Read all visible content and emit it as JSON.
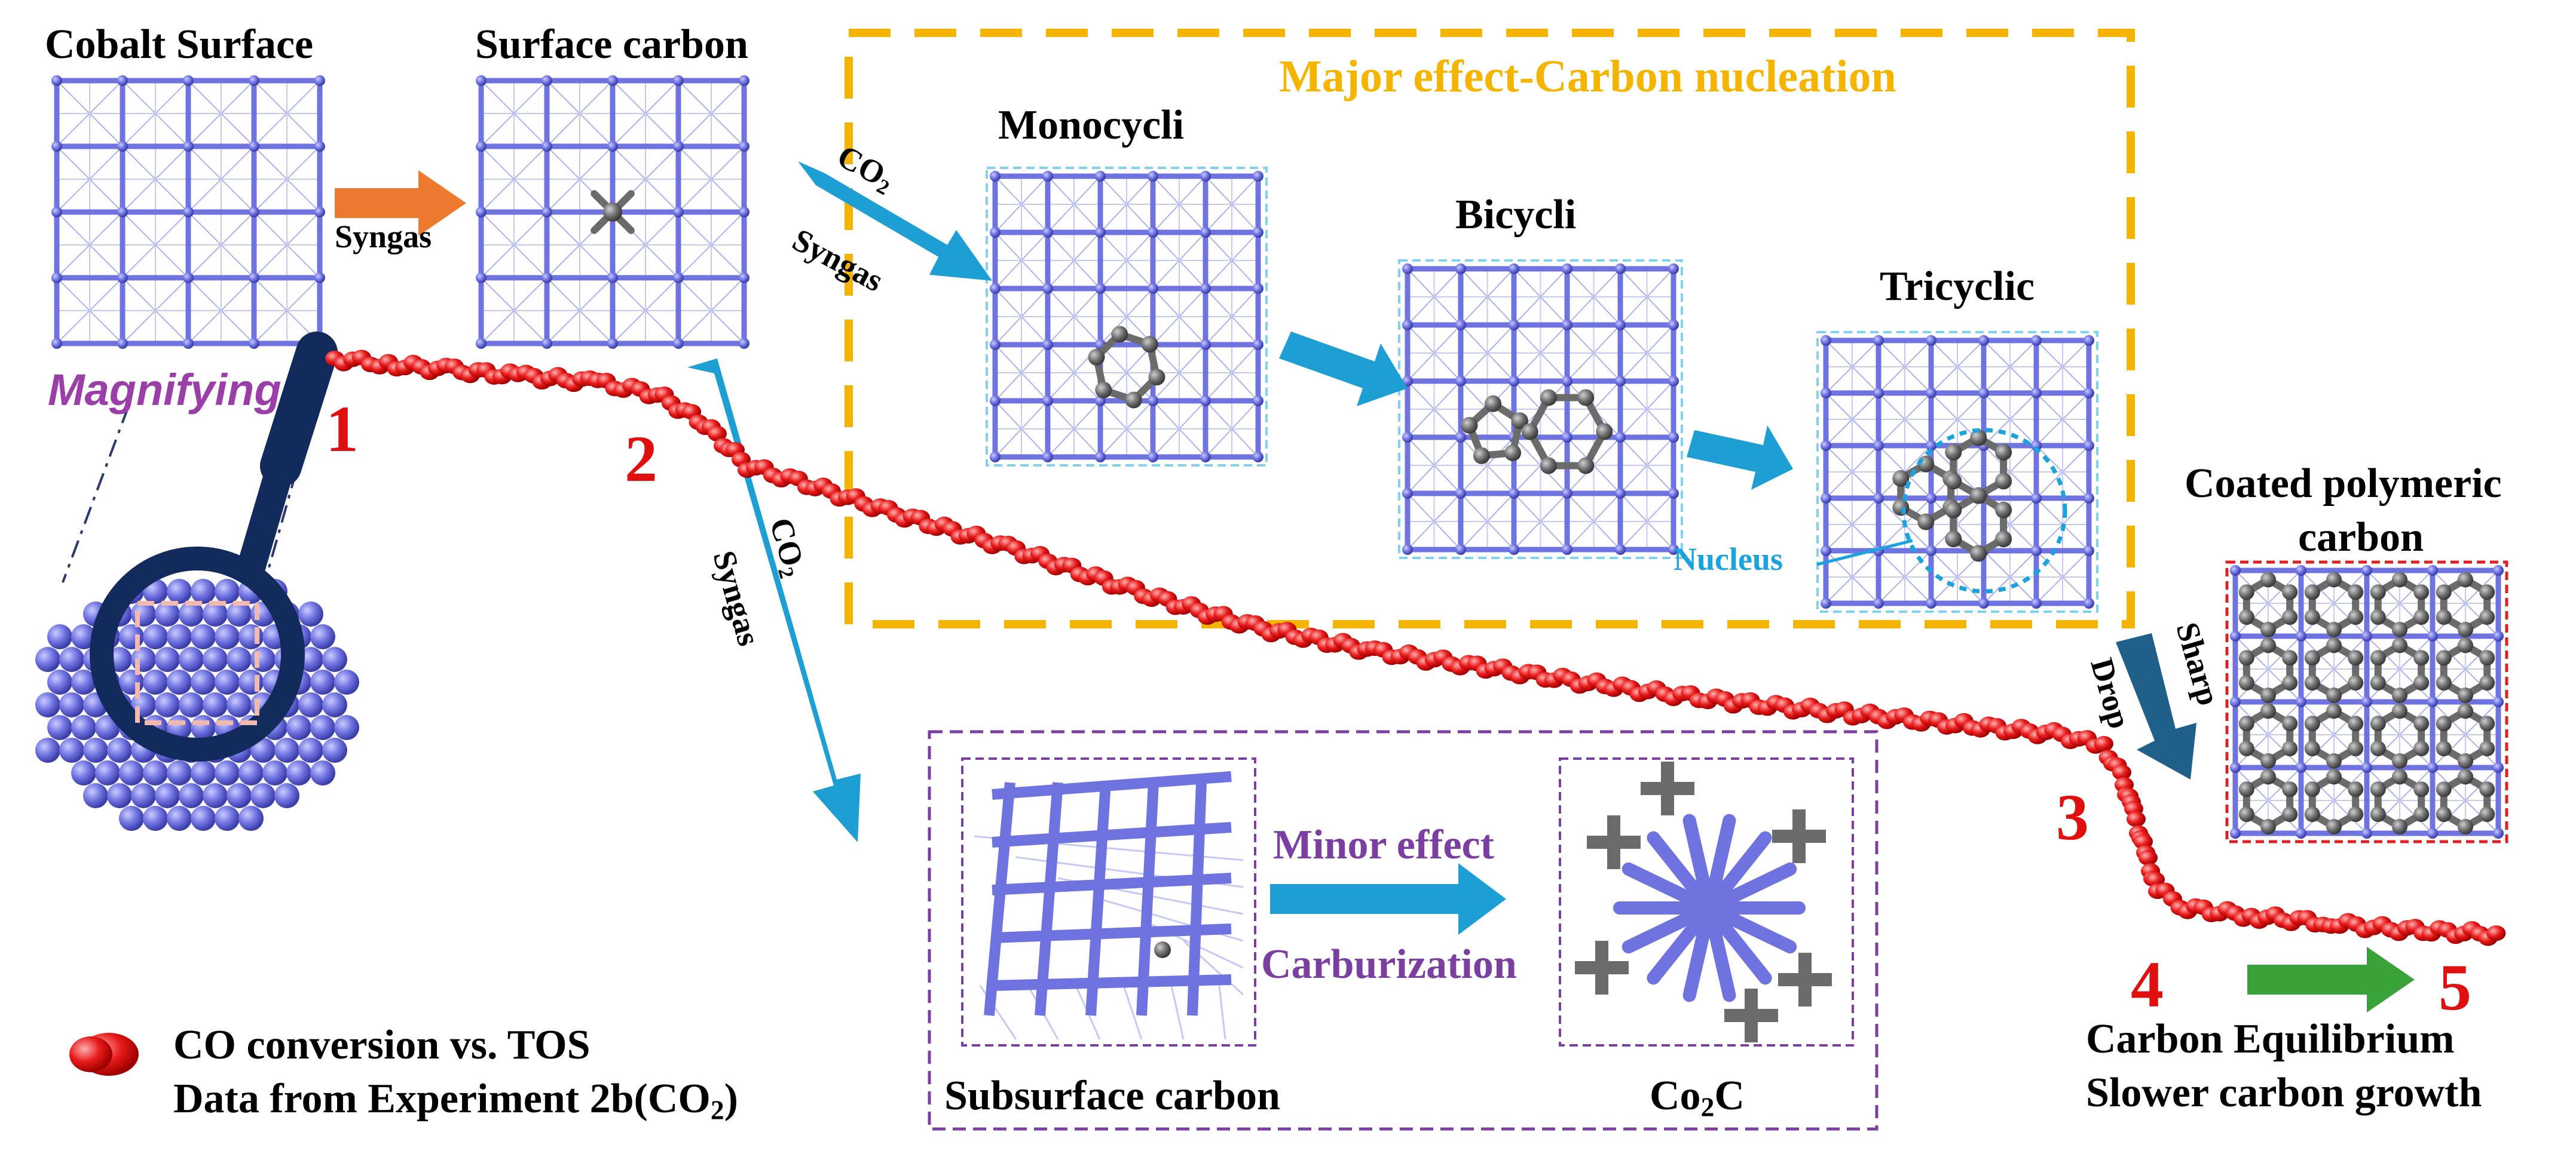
{
  "labels": {
    "cobalt_surface": "Cobalt Surface",
    "surface_carbon": "Surface carbon",
    "syngas": "Syngas",
    "co2": "CO",
    "co2_sub": "2",
    "major_effect": "Major effect-Carbon nucleation",
    "monocycli": "Monocycli",
    "bicycli": "Bicycli",
    "tricyclic": "Tricyclic",
    "nucleus": "Nucleus",
    "coated_line1": "Coated polymeric",
    "coated_line2": "carbon",
    "sharp": "Sharp",
    "drop": "Drop",
    "magnifying": "Magnifying",
    "minor_effect": "Minor effect",
    "carburization": "Carburization",
    "subsurface_carbon": "Subsurface carbon",
    "co2c_main": "Co",
    "co2c_sub": "2",
    "co2c_end": "C",
    "carbon_equilibrium": "Carbon Equilibrium",
    "slower_growth": "Slower carbon growth"
  },
  "points": [
    "1",
    "2",
    "3",
    "4",
    "5"
  ],
  "legend": {
    "line1": "CO conversion vs. TOS",
    "line2_main": "Data from Experiment 2b(CO",
    "line2_sub": "2",
    "line2_end": ")"
  },
  "colors": {
    "cobalt": "#6f73e0",
    "carbon": "#6b6b6b",
    "data_curve": "#e81b1b",
    "syngas_arrow": "#ee7a30",
    "co2_arrow": "#1d9fd4",
    "sharp_drop_arrow": "#1f5f8a",
    "equilibrium_arrow": "#3aa33a",
    "major_box": "#f5b400",
    "minor_box": "#7a3fa0",
    "coated_box": "#e02020",
    "nucleus_text": "#1aa3dd",
    "magnifying_text": "#9a3fa8",
    "minor_text": "#7a3fa0"
  }
}
